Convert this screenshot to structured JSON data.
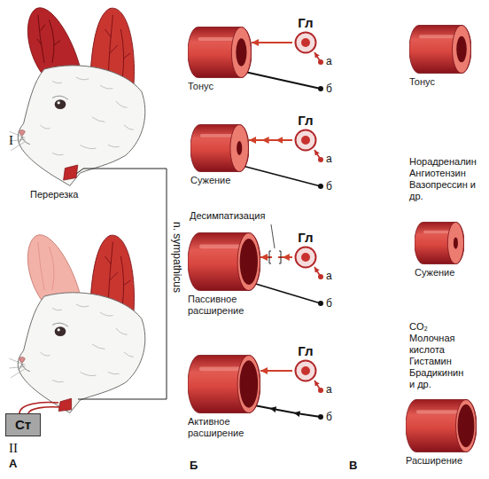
{
  "diagram": {
    "nodes": [
      {
        "text": [
          "Ст"
        ]
      },
      {
        "text": [
          "Тонус"
        ]
      },
      {
        "text": [
          "Гл"
        ]
      },
      {
        "text": [
          "Сужение"
        ]
      },
      {
        "text": [
          "Гл"
        ]
      },
      {
        "text": [
          "Пассивное расширение"
        ]
      },
      {
        "text": [
          "Гл"
        ]
      },
      {
        "text": [
          "Активное расширение"
        ]
      },
      {
        "text": [
          "Гл"
        ]
      },
      {
        "text": [
          "Тонус"
        ]
      },
      {
        "text": [
          "Сужение"
        ]
      },
      {
        "text": [
          "Расширение"
        ]
      }
    ],
    "edges": [
      {
        "from": 2,
        "to": 1,
        "arrow": "to"
      },
      {
        "from": 4,
        "to": 3,
        "arrow": "to"
      },
      {
        "from": 6,
        "to": 5,
        "arrow": "to"
      },
      {
        "from": 8,
        "to": 7,
        "arrow": "to"
      }
    ],
    "labels": [
      "I",
      "Перерезка",
      "n. sympathicus",
      "II",
      "А",
      "а",
      "б",
      "а",
      "б",
      "Десимпатизация",
      "а",
      "б",
      "а",
      "б",
      "Б",
      "Норадреналин Ангиотензин Вазопрессин и др.",
      "CO₂ Молочная кислота Гистамин Брадикинин и др.",
      "В"
    ]
  }
}
